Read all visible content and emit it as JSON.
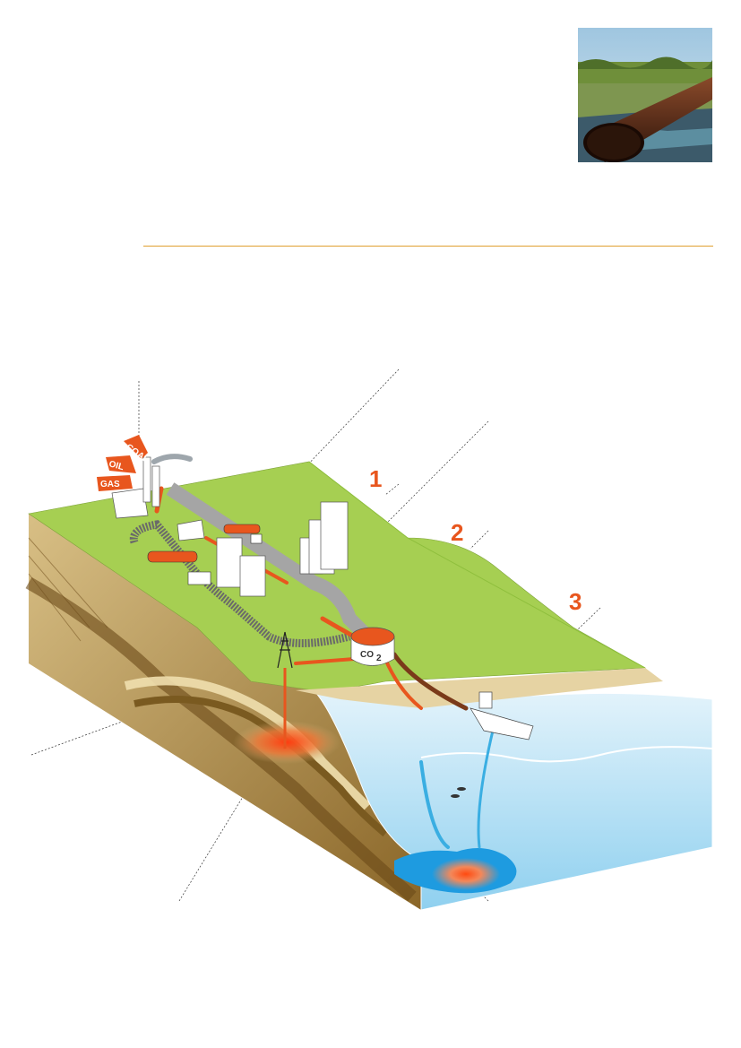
{
  "photo": {
    "subject": "pipeline"
  },
  "diagram": {
    "fuel_labels": [
      "COAL",
      "OIL",
      "GAS"
    ],
    "section_numbers": [
      "1",
      "2",
      "3"
    ],
    "storage_tank_label": "CO",
    "storage_tank_subscript": "2"
  },
  "colors": {
    "grass": "#a6cf52",
    "grass_dark": "#8fbf3d",
    "soil": "#c9ad72",
    "soil_dark": "#7a5a20",
    "water": "#bfe4f6",
    "water_deep": "#3aaee2",
    "accent": "#e8561e",
    "rule": "#e0a030"
  }
}
